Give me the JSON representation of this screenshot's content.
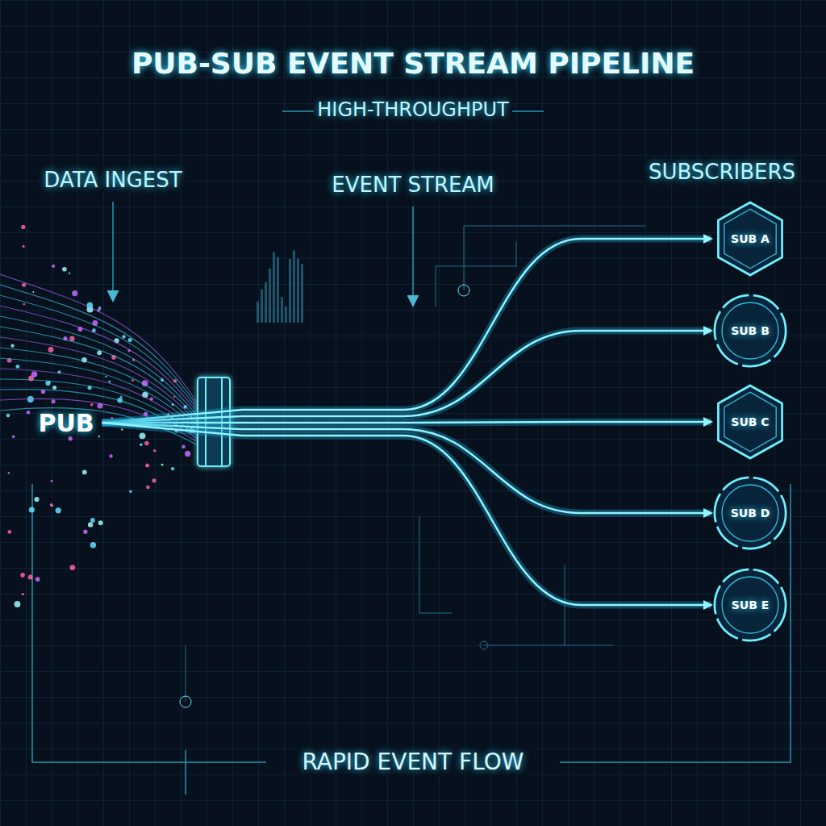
{
  "diagram": {
    "title": "PUB-SUB EVENT STREAM PIPELINE",
    "caption": "RAPID EVENT FLOW",
    "nodes": [
      {
        "text": [
          "PUB"
        ]
      },
      {
        "text": [
          "SUB A"
        ]
      },
      {
        "text": [
          "SUB B"
        ]
      },
      {
        "text": [
          "SUB C"
        ]
      },
      {
        "text": [
          "SUB D"
        ]
      },
      {
        "text": [
          "SUB E"
        ]
      }
    ],
    "edges": [
      {
        "from": 0,
        "to": 1,
        "arrow": "to"
      },
      {
        "from": 0,
        "to": 2,
        "arrow": "to"
      },
      {
        "from": 0,
        "to": 3,
        "arrow": "to"
      },
      {
        "from": 0,
        "to": 4,
        "arrow": "to"
      },
      {
        "from": 0,
        "to": 5,
        "arrow": "to"
      }
    ],
    "labels": [
      "HIGH-THROUGHPUT",
      "DATA INGEST",
      "EVENT STREAM",
      "SUBSCRIBERS"
    ]
  }
}
